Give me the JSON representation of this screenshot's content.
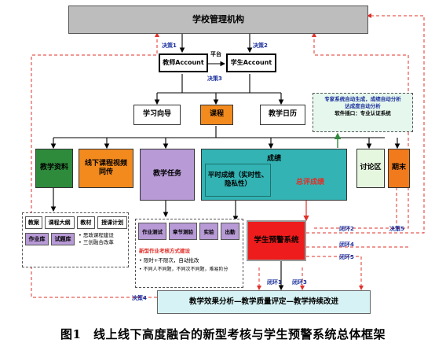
{
  "nodes": {
    "admin": "学校管理机构",
    "teacher_account": "教师Account",
    "student_account": "学生Account",
    "platform": "平台",
    "study_guide": "学习向导",
    "course": "课程",
    "teaching_calendar": "教学日历",
    "expert_line1": "专家系统自动生成，成绩自动分析",
    "expert_line2": "达成度自动分析",
    "expert_line3": "软件插口：专业认证系统",
    "materials": "教学资料",
    "offline_video": "线下课程视频同传",
    "teaching_tasks": "教学任务",
    "grades": "成绩",
    "usual_grades": "平时成绩（实时性、隐私性）",
    "overall_grades": "总评成绩",
    "discussion": "讨论区",
    "final_exam": "期末",
    "warning_system": "学生预警系统",
    "analysis": "教学效果分析—教学质量评定—教学持续改进"
  },
  "materials_items": [
    "教案",
    "课程大纲",
    "教材",
    "授课计划",
    "作业库",
    "试题库"
  ],
  "materials_notes": [
    "• 思政课程建设",
    "• 三创融合改革"
  ],
  "task_items": [
    "作业测试",
    "章节测验",
    "实验",
    "出勤"
  ],
  "task_notes": {
    "title": "新型作业考核方式建设",
    "items": [
      "• 限时+不限次，自动批改",
      "• 不同人不同题，不同次不同题，难易阶分"
    ]
  },
  "edge_labels": {
    "decision1": "决策1",
    "decision2": "决策2",
    "decision3": "决策3",
    "decision4": "决策4",
    "decision5": "决策5",
    "loop1": "闭环1",
    "loop2": "闭环2",
    "loop3": "闭环3",
    "loop4": "闭环4",
    "loop5": "闭环5"
  },
  "caption": "图1　线上线下高度融合的新型考核与学生预警系统总体框架",
  "colors": {
    "admin_bg": "#bdbdbd",
    "materials_bg": "#2e8b3c",
    "offline_bg": "#f28a1e",
    "tasks_bg": "#b79ad6",
    "grades_bg": "#33b3b3",
    "final_bg": "#f07a1c",
    "warning_bg": "#ee1c1c",
    "analysis_bg": "#d6f2f4",
    "discussion_bg": "#e6f7e0",
    "arrow_red": "#e0302a",
    "text_blue": "#1a2f9c"
  }
}
